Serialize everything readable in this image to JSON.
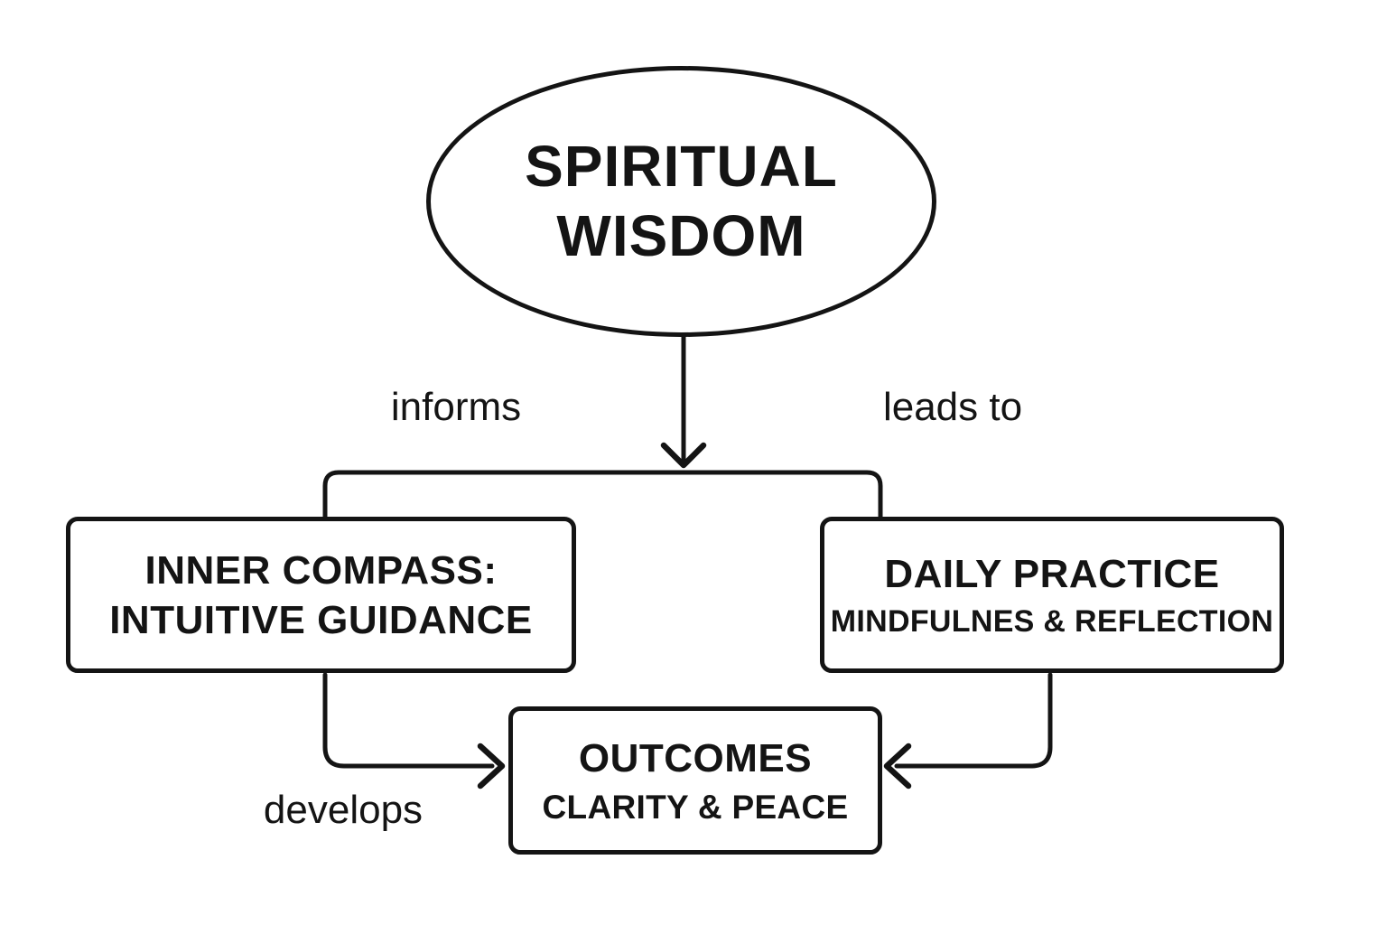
{
  "diagram": {
    "root_node": {
      "line1": "SPIRITUAL",
      "line2": "WISDOM"
    },
    "nodes": {
      "inner_compass": {
        "line1": "INNER COMPASS:",
        "line2": "INTUITIVE GUIDANCE"
      },
      "daily_practice": {
        "title": "DAILY PRACTICE",
        "subtitle": "MINDFULNES & REFLECTION"
      },
      "outcomes": {
        "title": "OUTCOMES",
        "subtitle": "CLARITY & PEACE"
      }
    },
    "edge_labels": {
      "informs": "informs",
      "leads_to": "leads to",
      "develops": "develops"
    },
    "colors": {
      "stroke": "#141414",
      "text": "#141414",
      "background": "#ffffff"
    }
  }
}
